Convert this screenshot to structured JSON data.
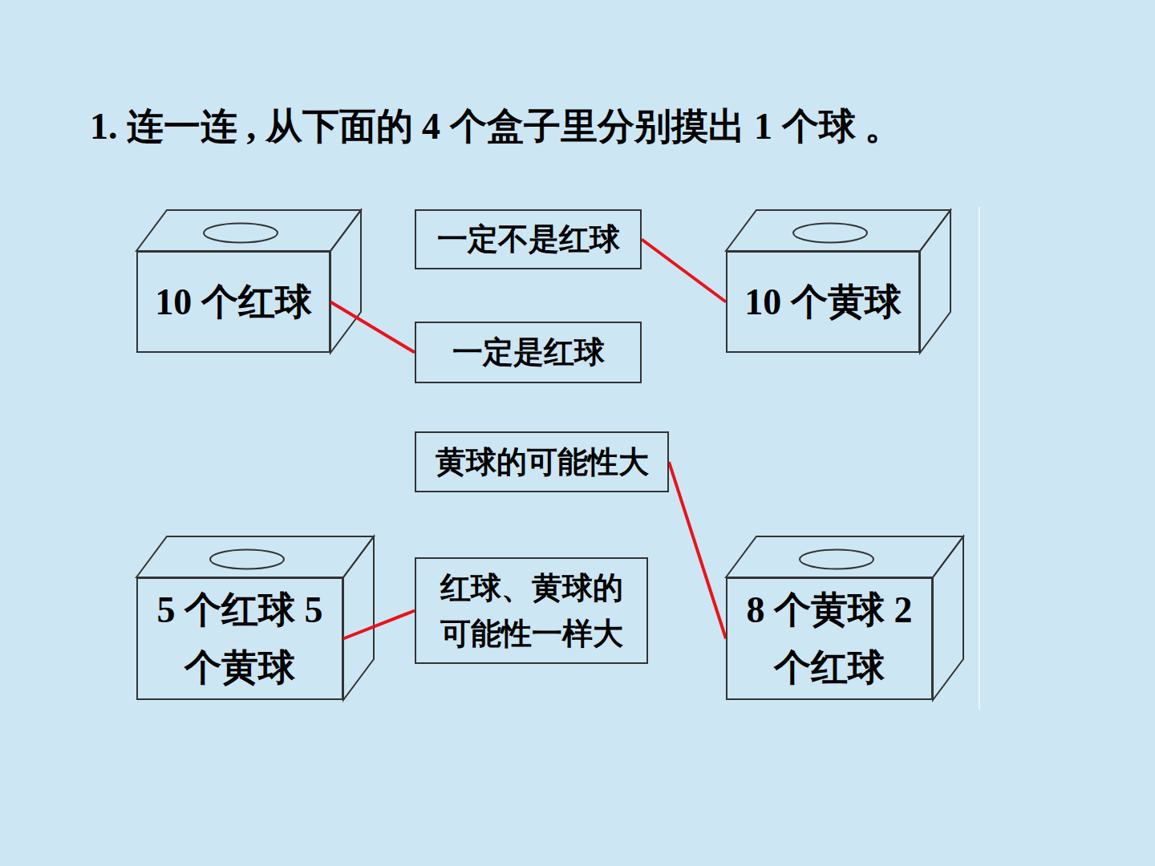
{
  "diagram": {
    "title": "1. 连一连 , 从下面的 4 个盒子里分别摸出 1 个球 。",
    "nodes": [
      {
        "text": [
          "10 个红球"
        ]
      },
      {
        "text": [
          "一定不是红球"
        ]
      },
      {
        "text": [
          "10 个黄球"
        ]
      },
      {
        "text": [
          "一定是红球"
        ]
      },
      {
        "text": [
          "黄球的可能性大"
        ]
      },
      {
        "text": [
          "5 个红球 5 个黄球"
        ]
      },
      {
        "text": [
          "红球、黄球的 可能性一样大"
        ]
      },
      {
        "text": [
          "8 个黄球 2 个红球"
        ]
      }
    ],
    "edges": [
      {
        "from": 0,
        "to": 3,
        "arrow": "none"
      },
      {
        "from": 1,
        "to": 2,
        "arrow": "none"
      },
      {
        "from": 5,
        "to": 6,
        "arrow": "none"
      },
      {
        "from": 4,
        "to": 7,
        "arrow": "none"
      }
    ]
  }
}
